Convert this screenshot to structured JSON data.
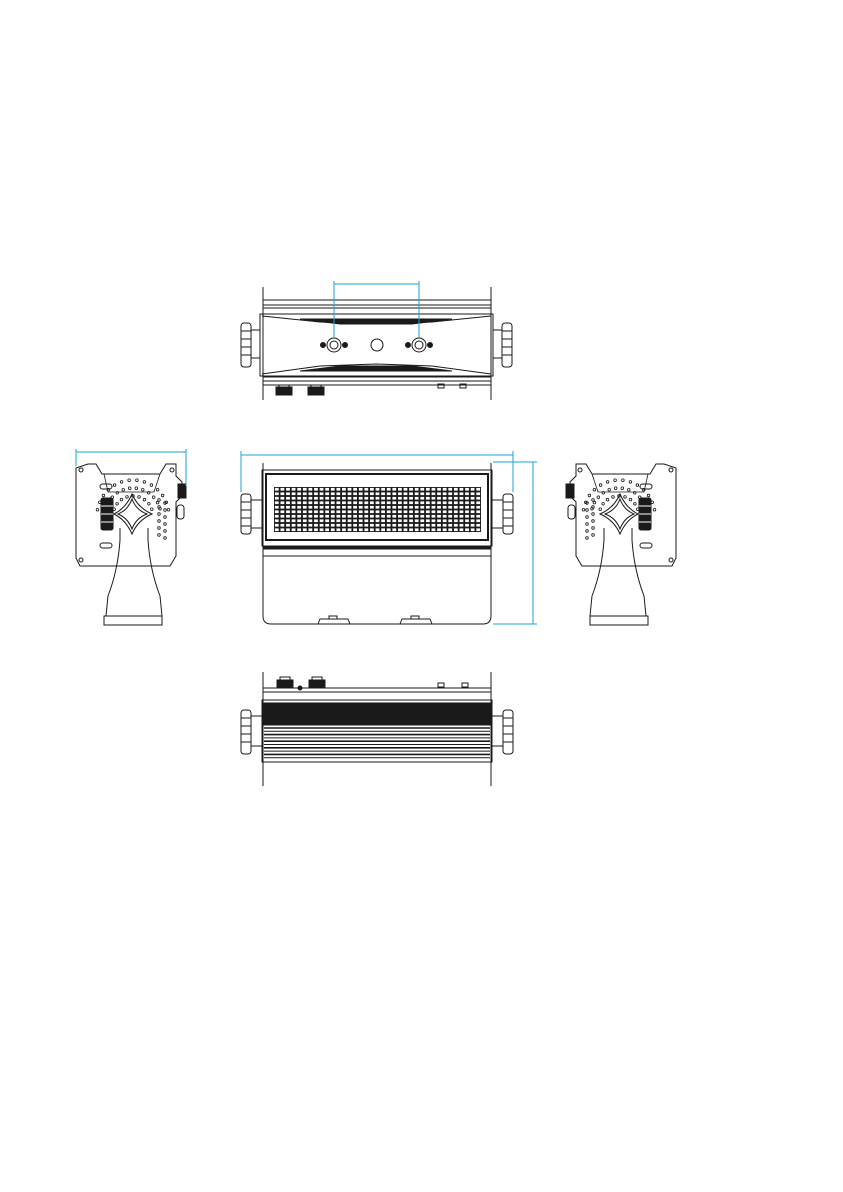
{
  "drawing": {
    "line_color": "#1a1a1a",
    "dimension_color": "#1aa3d9",
    "views": [
      "top-view",
      "front-view",
      "left-side-view",
      "right-side-view",
      "bottom-view"
    ],
    "front_panel": {
      "led_columns": 37,
      "led_rows": 10
    }
  }
}
